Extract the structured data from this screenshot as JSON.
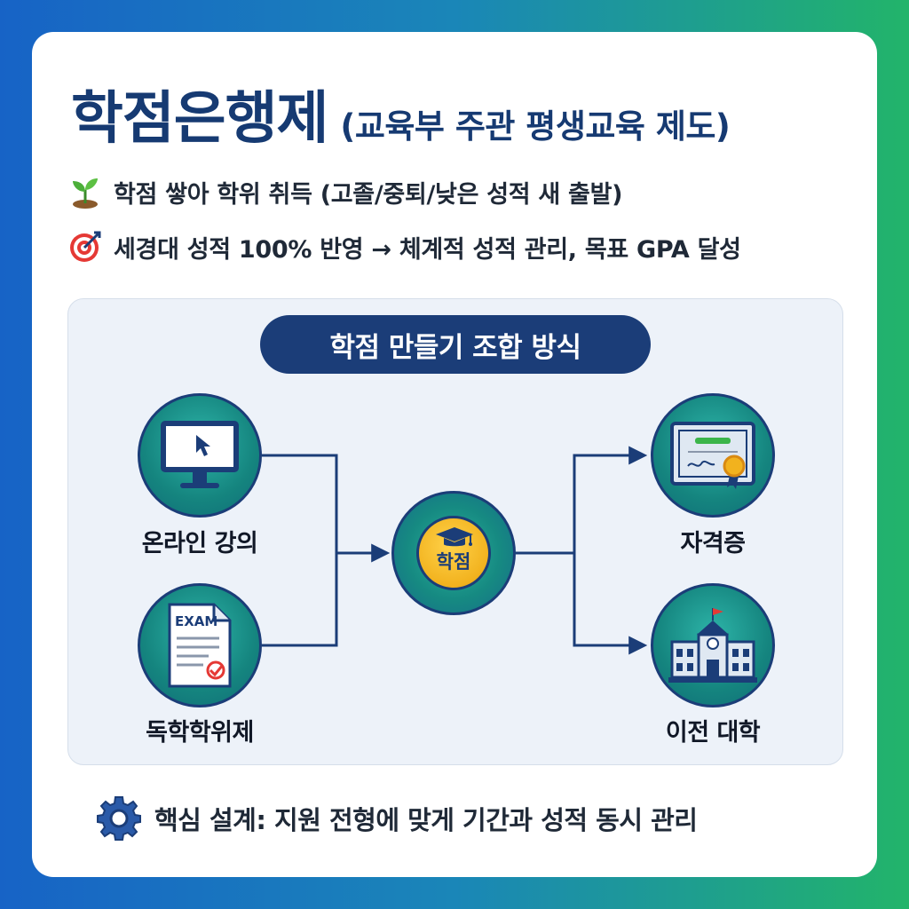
{
  "header": {
    "title": "학점은행제",
    "subtitle": "(교육부 주관 평생교육 제도)"
  },
  "bullets": [
    {
      "icon": "sprout-icon",
      "text": "학점 쌓아 학위 취득 (고졸/중퇴/낮은 성적 새 출발)"
    },
    {
      "icon": "target-icon",
      "text": "세경대 성적 100% 반영 → 체계적 성적 관리, 목표 GPA 달성"
    }
  ],
  "diagram": {
    "heading": "학점 만들기 조합 방식",
    "inputs": [
      {
        "label": "온라인 강의",
        "icon": "computer-monitor-icon"
      },
      {
        "label": "독학학위제",
        "icon": "exam-paper-icon"
      }
    ],
    "center": {
      "label": "학점",
      "icon": "graduation-cap-icon"
    },
    "outputs": [
      {
        "label": "자격증",
        "icon": "certificate-icon"
      },
      {
        "label": "이전 대학",
        "icon": "university-building-icon"
      }
    ],
    "exam_text": "EXAM"
  },
  "footer": {
    "icon": "gear-icon",
    "text": "핵심 설계: 지원 전형에 맞게 기간과 성적 동시 관리"
  },
  "colors": {
    "navy": "#1b3d78",
    "teal": "#15857f",
    "gold": "#f2b21e",
    "panel": "#edf2f9"
  }
}
